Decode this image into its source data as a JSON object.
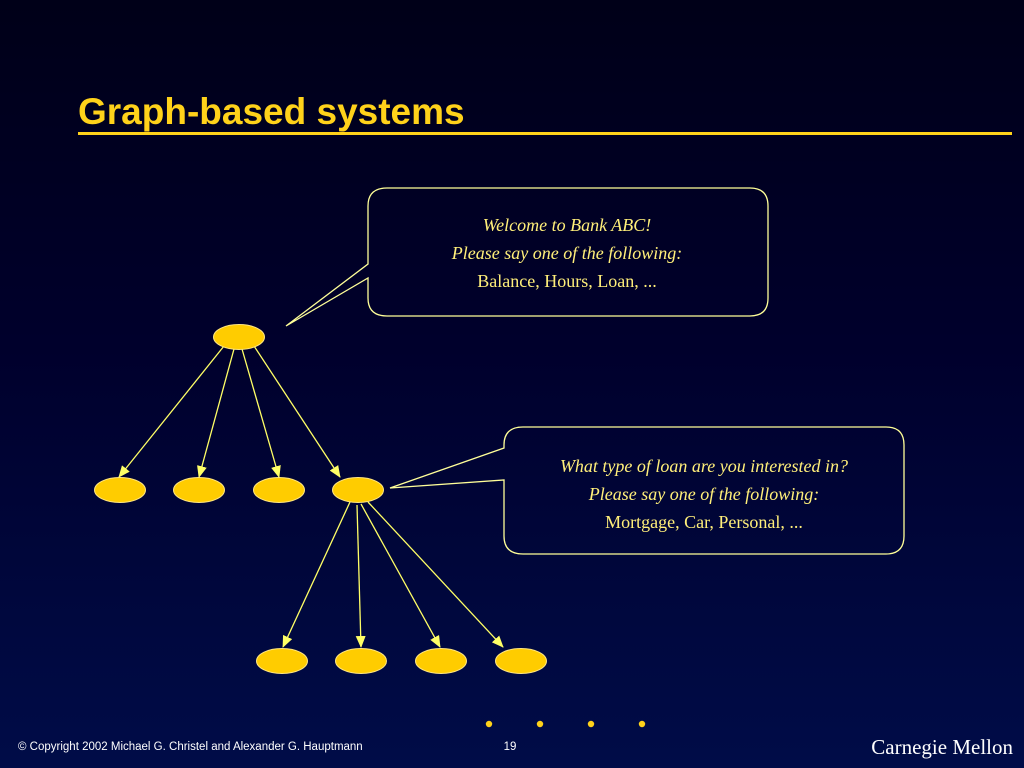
{
  "slide": {
    "title": "Graph-based systems",
    "footer": {
      "copyright": "© Copyright 2002 Michael G. Christel and Alexander G. Hauptmann",
      "page_number": "19",
      "brand": "Carnegie Mellon"
    }
  },
  "callouts": [
    {
      "lines": [
        {
          "text": "Welcome to Bank ABC!",
          "italic": true
        },
        {
          "text": "Please say one of the following:",
          "italic": true
        },
        {
          "text": "Balance, Hours, Loan, ...",
          "italic": false
        }
      ]
    },
    {
      "lines": [
        {
          "text": "What type of loan are you interested in?",
          "italic": true
        },
        {
          "text": "Please say one of the following:",
          "italic": true
        },
        {
          "text": "Mortgage, Car, Personal, ...",
          "italic": false
        }
      ]
    }
  ],
  "colors": {
    "title": "#ffd21a",
    "node_fill": "#ffcc00",
    "node_stroke": "#ffe680",
    "edge": "#ffff66",
    "callout_border": "#ffff99",
    "callout_text": "#ffef7a",
    "footer_text": "#ffffff",
    "background_top": "#000018",
    "background_bottom": "#000c48"
  }
}
